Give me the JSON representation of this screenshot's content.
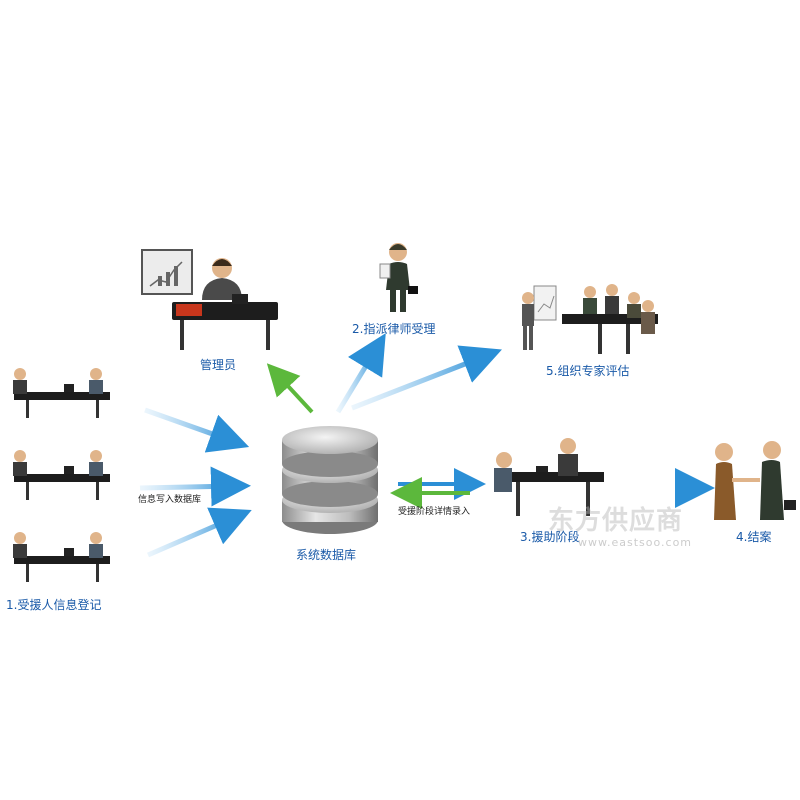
{
  "labels": {
    "admin": "管理员",
    "assign_lawyer": "2.指派律师受理",
    "expert_eval": "5.组织专家评估",
    "register": "1.受援人信息登记",
    "database": "系统数据库",
    "aid_stage": "3.援助阶段",
    "close_case": "4.结案",
    "write_db": "信息写入数据库",
    "aid_detail": "受援阶段详情录入"
  },
  "watermark": {
    "text": "东方供应商",
    "url": "www.eastsoo.com"
  },
  "colors": {
    "arrow_blue": "#2b8fd6",
    "arrow_green": "#5cb83c",
    "label_blue": "#1a5aa8",
    "suit_dark": "#2f3a2f",
    "desk": "#1d1d1d"
  }
}
